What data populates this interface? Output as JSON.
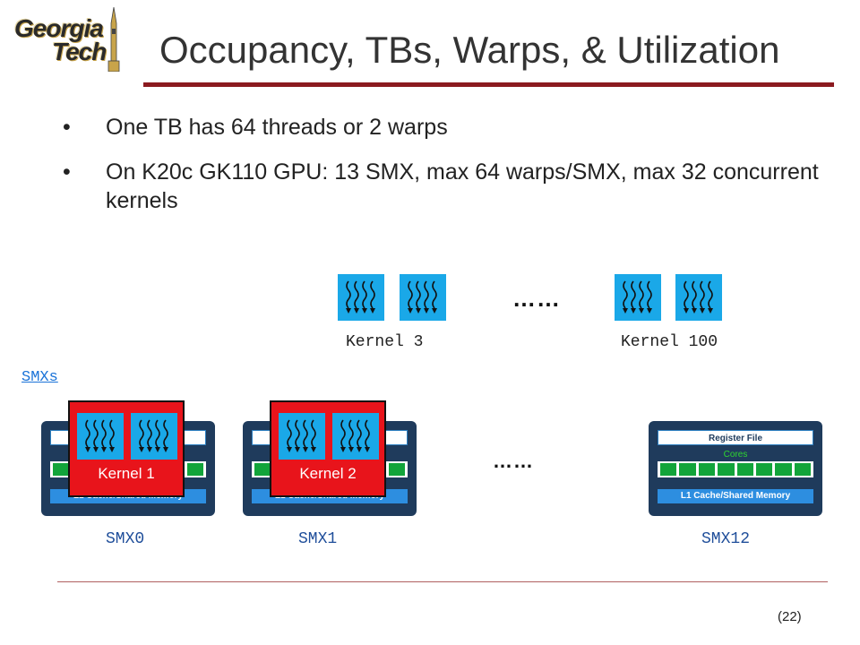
{
  "logo": {
    "line1": "Georgia",
    "line2": "Tech"
  },
  "title": "Occupancy, TBs, Warps, & Utilization",
  "bullets": [
    {
      "symbol": "•",
      "text": "One TB has 64 threads or 2 warps"
    },
    {
      "symbol": "•",
      "text": "On K20c GK110 GPU: 13 SMX, max 64 warps/SMX, max 32 concurrent kernels"
    }
  ],
  "top_kernels": {
    "ellipsis": "……",
    "kernel_a_label": "Kernel 3",
    "kernel_b_label": "Kernel 100"
  },
  "smxs_label": "SMXs",
  "smx_block": {
    "register_file": "Register File",
    "cores": "Cores",
    "l1": "L1 Cache/Shared Memory"
  },
  "smx_ellipsis": "……",
  "kernels_on_smx": [
    "Kernel 1",
    "Kernel 2"
  ],
  "smx_names": [
    "SMX0",
    "SMX1",
    "SMX12"
  ],
  "page_number": "(22)",
  "colors": {
    "accent_rule": "#8b1a1f",
    "kernel_icon": "#1aa8e8",
    "kernel_block": "#e8141b",
    "smx_body": "#1f3b5c"
  }
}
